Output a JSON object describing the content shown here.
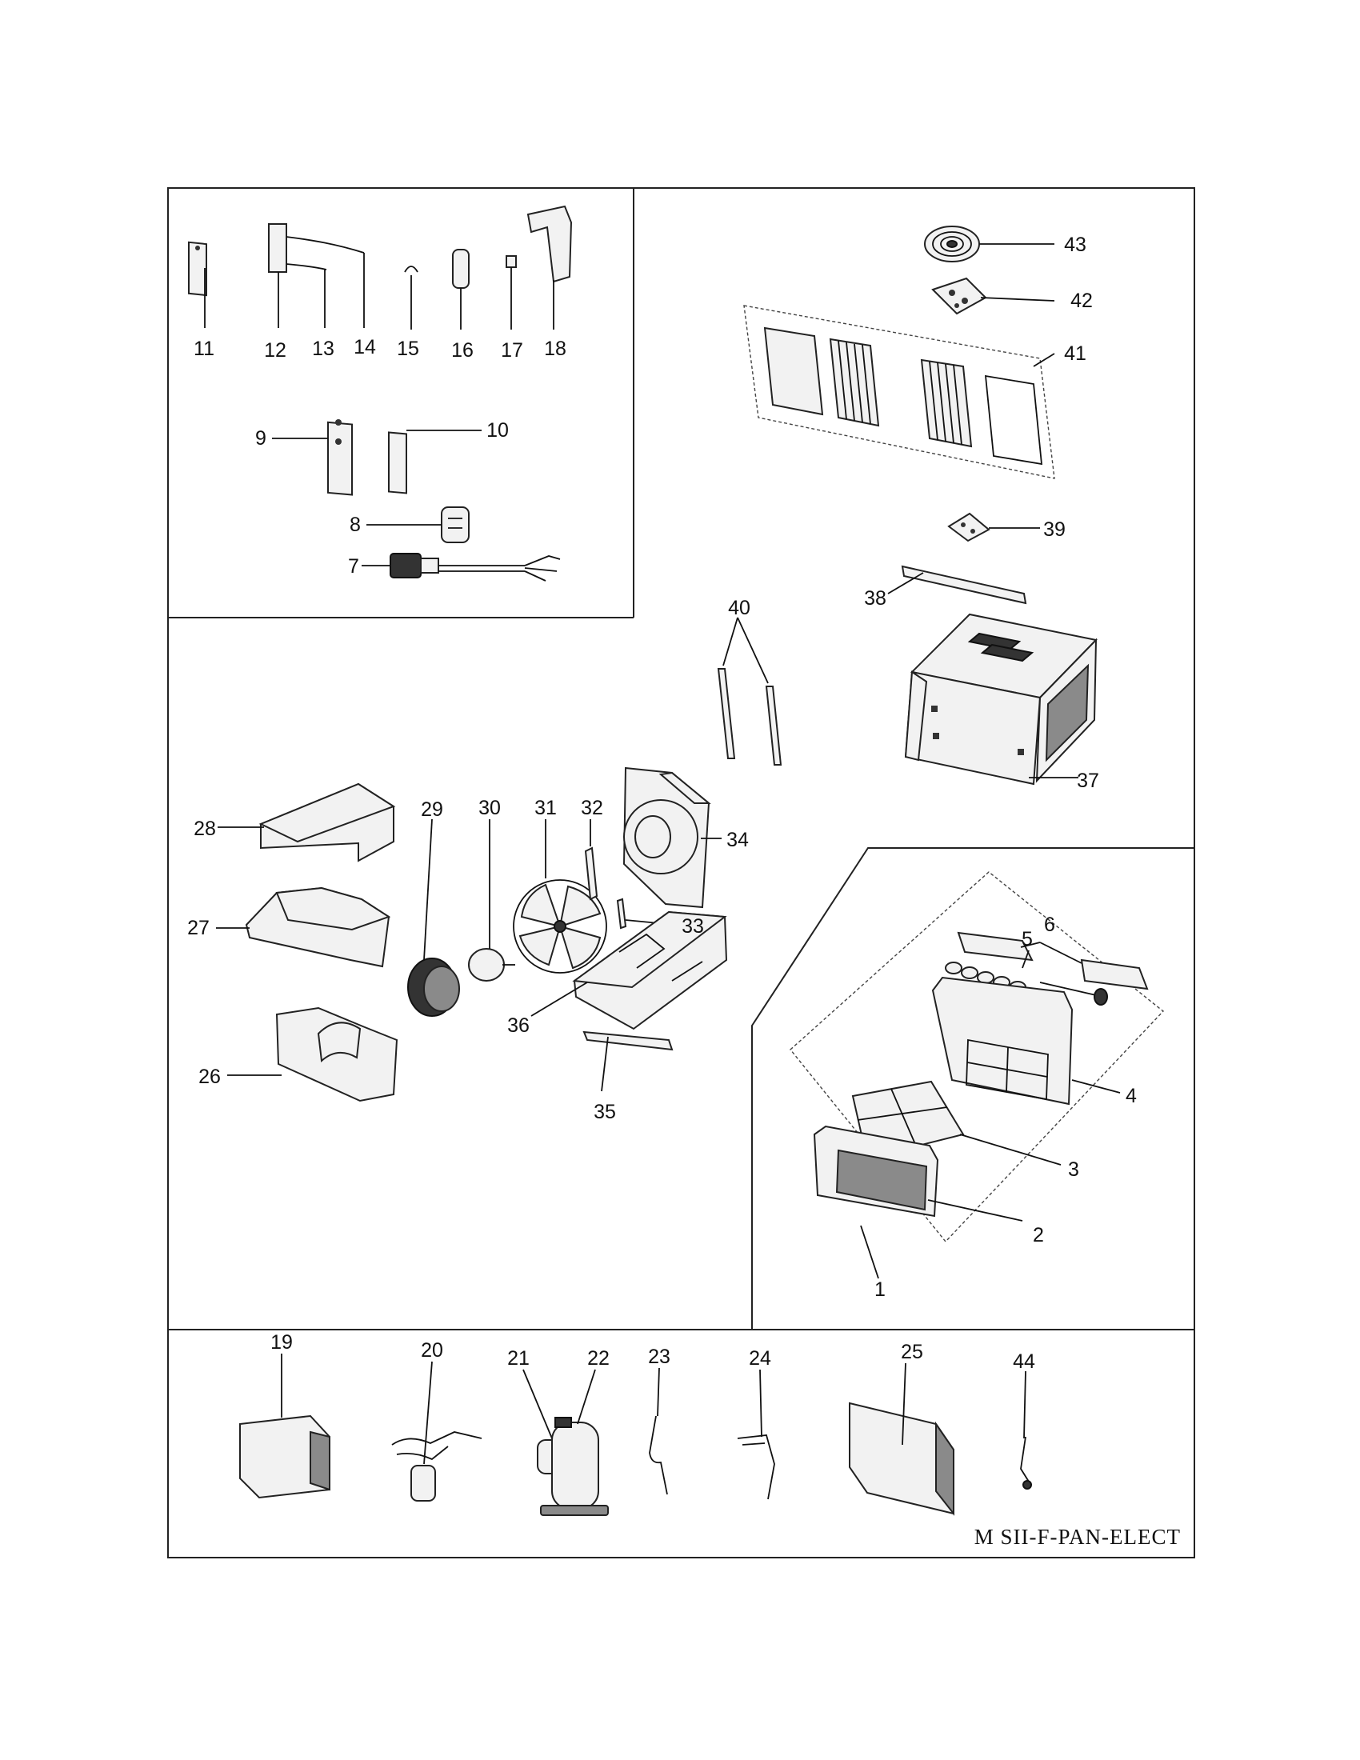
{
  "drawing_code": "M SII-F-PAN-ELECT",
  "callouts": {
    "n1": "1",
    "n2": "2",
    "n3": "3",
    "n4": "4",
    "n5": "5",
    "n6": "6",
    "n7": "7",
    "n8": "8",
    "n9": "9",
    "n10": "10",
    "n11": "11",
    "n12": "12",
    "n13": "13",
    "n14": "14",
    "n15": "15",
    "n16": "16",
    "n17": "17",
    "n18": "18",
    "n19": "19",
    "n20": "20",
    "n21": "21",
    "n22": "22",
    "n23": "23",
    "n24": "24",
    "n25": "25",
    "n26": "26",
    "n27": "27",
    "n28": "28",
    "n29": "29",
    "n30": "30",
    "n31": "31",
    "n32": "32",
    "n33": "33",
    "n34": "34",
    "n35": "35",
    "n36": "36",
    "n37": "37",
    "n38": "38",
    "n39": "39",
    "n40": "40",
    "n41": "41",
    "n42": "42",
    "n43": "43",
    "n44": "44"
  }
}
